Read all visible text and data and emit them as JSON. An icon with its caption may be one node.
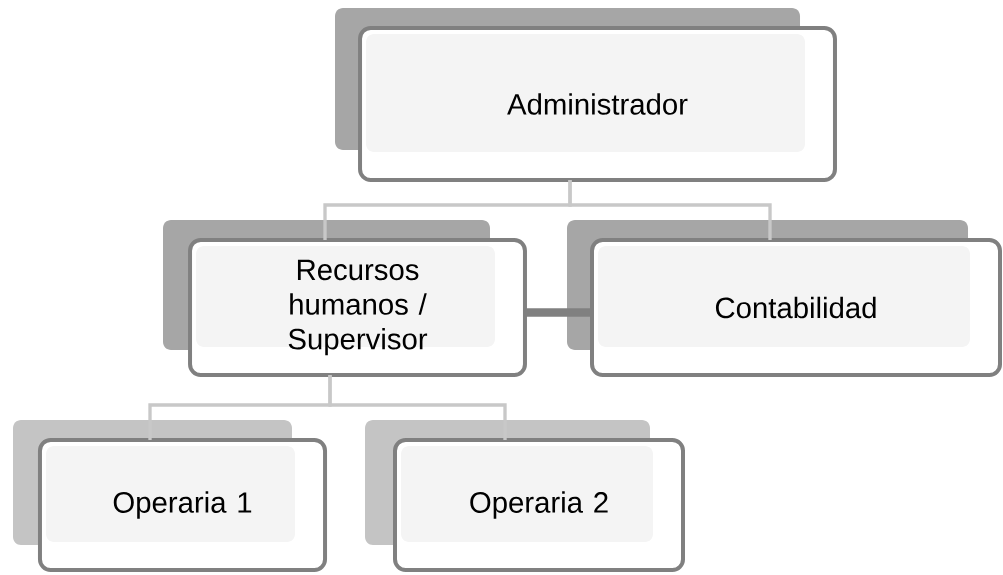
{
  "diagram": {
    "nodes": [
      {
        "text": [
          "Administrador"
        ]
      },
      {
        "text": [
          "Recursos humanos / Supervisor"
        ]
      },
      {
        "text": [
          "Contabilidad"
        ]
      },
      {
        "text": [
          "Operaria 1"
        ]
      },
      {
        "text": [
          "Operaria 2"
        ]
      }
    ],
    "edges": [
      {
        "from": 0,
        "to": 1,
        "arrow": "none"
      },
      {
        "from": 0,
        "to": 2,
        "arrow": "none"
      },
      {
        "from": 1,
        "to": 2,
        "arrow": "none",
        "style": "thick",
        "color": "#808080"
      },
      {
        "from": 1,
        "to": 3,
        "arrow": "none"
      },
      {
        "from": 1,
        "to": 4,
        "arrow": "none"
      }
    ]
  }
}
